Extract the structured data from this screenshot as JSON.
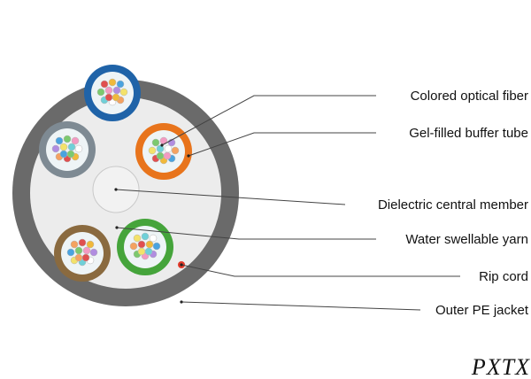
{
  "diagram": {
    "model_label": "PXTX",
    "labels": [
      {
        "id": "colored-optical-fiber",
        "text": "Colored optical fiber"
      },
      {
        "id": "gel-filled-buffer-tube",
        "text": "Gel-filled buffer tube"
      },
      {
        "id": "dielectric-central-member",
        "text": "Dielectric central member"
      },
      {
        "id": "water-swellable-yarn",
        "text": "Water swellable yarn"
      },
      {
        "id": "rip-cord",
        "text": "Rip cord"
      },
      {
        "id": "outer-pe-jacket",
        "text": "Outer PE jacket"
      }
    ],
    "buffer_tubes": [
      {
        "name": "blue",
        "color": "#1f63a8"
      },
      {
        "name": "orange",
        "color": "#e8741c"
      },
      {
        "name": "green",
        "color": "#45a43b"
      },
      {
        "name": "brown",
        "color": "#8a6a3f"
      },
      {
        "name": "slate",
        "color": "#7e8a93"
      }
    ],
    "colors": {
      "jacket": "#6a6a6a",
      "jacket_inner_bg": "#ececec",
      "central_member": "#f2f2f2",
      "rip_cord": "#e23a2a",
      "leader_line": "#444444",
      "fiber_palette": [
        "#e04f4f",
        "#f0b93b",
        "#4aa3df",
        "#7bc96f",
        "#f39ac2",
        "#b08de0",
        "#f3e26a",
        "#6fd0d8",
        "#ffffff",
        "#f4a261"
      ]
    }
  }
}
